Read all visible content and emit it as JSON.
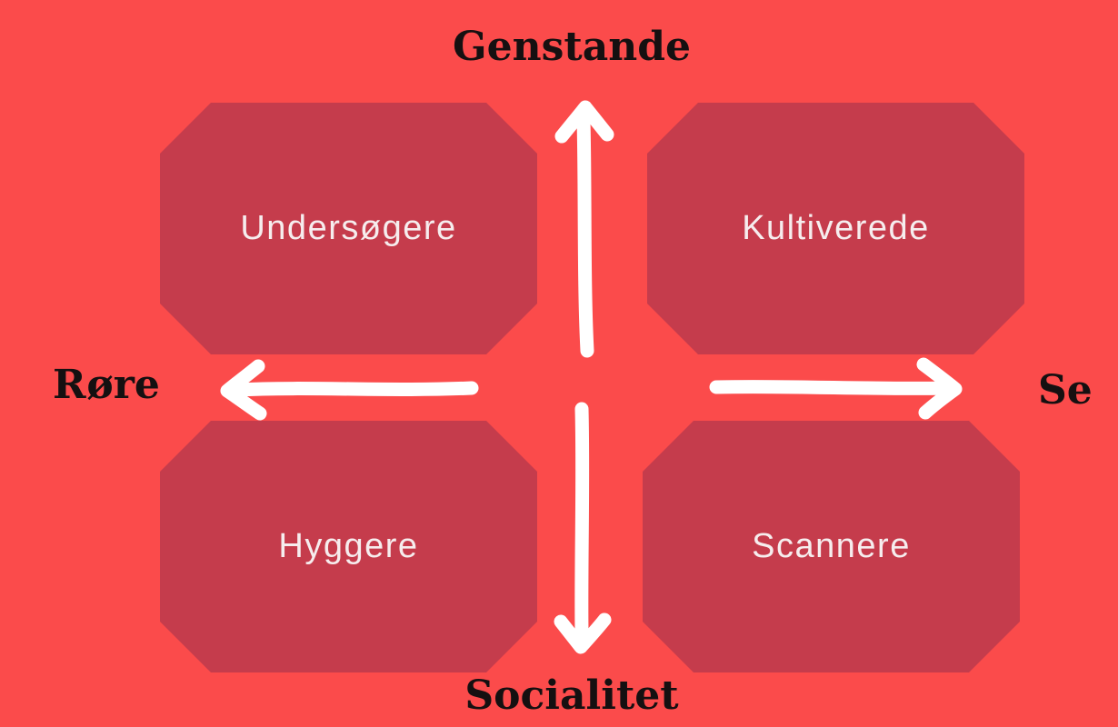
{
  "diagram": {
    "type": "quadrant-matrix",
    "axis": {
      "top": "Genstande",
      "bottom": "Socialitet",
      "left": "Røre",
      "right": "Se"
    },
    "quadrants": [
      {
        "position": "top-left",
        "label": "Undersøgere"
      },
      {
        "position": "top-right",
        "label": "Kultiverede"
      },
      {
        "position": "bottom-left",
        "label": "Hyggere"
      },
      {
        "position": "bottom-right",
        "label": "Scannere"
      }
    ],
    "icons": [
      {
        "name": "arrow-up-icon",
        "points_to": "Genstande"
      },
      {
        "name": "arrow-down-icon",
        "points_to": "Socialitet"
      },
      {
        "name": "arrow-left-icon",
        "points_to": "Røre"
      },
      {
        "name": "arrow-right-icon",
        "points_to": "Se"
      }
    ],
    "colors": {
      "background": "#FB4B4B",
      "quadrant_fill": "#C53C4C",
      "quadrant_text": "#F6EDEE",
      "axis_text": "#151011",
      "arrow": "#FFFFFF"
    }
  }
}
